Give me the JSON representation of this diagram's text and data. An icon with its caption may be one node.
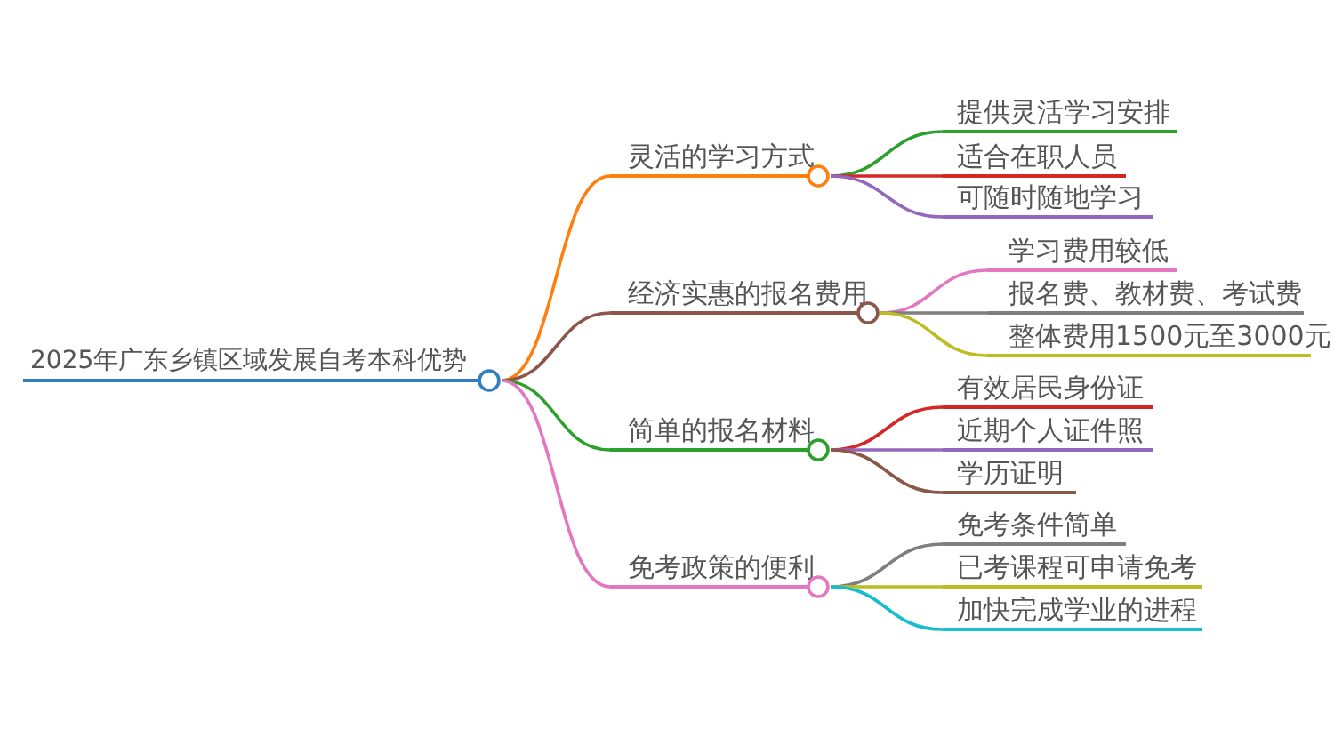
{
  "diagram": {
    "nodes": [
      {
        "text": [
          "2025年广东乡镇区域发展自考本科优势"
        ]
      },
      {
        "text": [
          "灵活的学习方式"
        ]
      },
      {
        "text": [
          "提供灵活学习安排"
        ]
      },
      {
        "text": [
          "适合在职人员"
        ]
      },
      {
        "text": [
          "可随时随地学习"
        ]
      },
      {
        "text": [
          "经济实惠的报名费用"
        ]
      },
      {
        "text": [
          "学习费用较低"
        ]
      },
      {
        "text": [
          "报名费、教材费、考试费"
        ]
      },
      {
        "text": [
          "整体费用1500元至3000元"
        ]
      },
      {
        "text": [
          "简单的报名材料"
        ]
      },
      {
        "text": [
          "有效居民身份证"
        ]
      },
      {
        "text": [
          "近期个人证件照"
        ]
      },
      {
        "text": [
          "学历证明"
        ]
      },
      {
        "text": [
          "免考政策的便利"
        ]
      },
      {
        "text": [
          "免考条件简单"
        ]
      },
      {
        "text": [
          "已考课程可申请免考"
        ]
      },
      {
        "text": [
          "加快完成学业的进程"
        ]
      }
    ],
    "edges": [
      {
        "from": 0,
        "to": 1,
        "arrow": "none",
        "color": "#ff7f0e"
      },
      {
        "from": 1,
        "to": 2,
        "arrow": "none",
        "color": "#2ca02c"
      },
      {
        "from": 1,
        "to": 3,
        "arrow": "none",
        "color": "#d62728"
      },
      {
        "from": 1,
        "to": 4,
        "arrow": "none",
        "color": "#9467bd"
      },
      {
        "from": 0,
        "to": 5,
        "arrow": "none",
        "color": "#8c564b"
      },
      {
        "from": 5,
        "to": 6,
        "arrow": "none",
        "color": "#e377c2"
      },
      {
        "from": 5,
        "to": 7,
        "arrow": "none",
        "color": "#7f7f7f"
      },
      {
        "from": 5,
        "to": 8,
        "arrow": "none",
        "color": "#bcbd22"
      },
      {
        "from": 0,
        "to": 9,
        "arrow": "none",
        "color": "#2ca02c"
      },
      {
        "from": 9,
        "to": 10,
        "arrow": "none",
        "color": "#d62728"
      },
      {
        "from": 9,
        "to": 11,
        "arrow": "none",
        "color": "#9467bd"
      },
      {
        "from": 9,
        "to": 12,
        "arrow": "none",
        "color": "#8c564b"
      },
      {
        "from": 0,
        "to": 13,
        "arrow": "none",
        "color": "#e377c2"
      },
      {
        "from": 13,
        "to": 14,
        "arrow": "none",
        "color": "#7f7f7f"
      },
      {
        "from": 13,
        "to": 15,
        "arrow": "none",
        "color": "#bcbd22"
      },
      {
        "from": 13,
        "to": 16,
        "arrow": "none",
        "color": "#17becf"
      }
    ]
  }
}
